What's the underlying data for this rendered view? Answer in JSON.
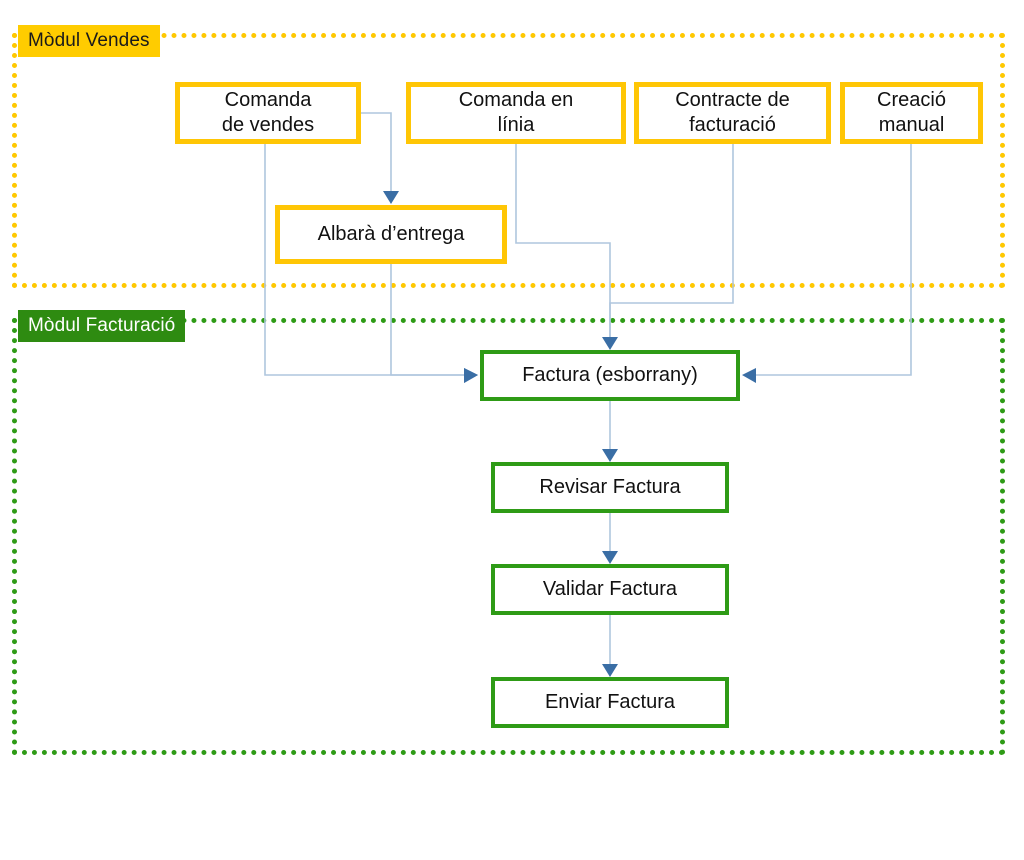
{
  "diagram": {
    "title_visible": false,
    "colors": {
      "sales_accent": "#FFC605",
      "sales_tag_bg": "#FFCC00",
      "invoice_accent": "#2E9B16",
      "invoice_tag_bg": "#2E8B11",
      "connector": "#AFC6DE",
      "arrowhead": "#3A6EA5",
      "node_fill": "#FFFFFF",
      "text": "#111111"
    },
    "modules": [
      {
        "id": "sales",
        "label": "Mòdul Vendes",
        "border_style": "dotted",
        "accent": "#FFC800"
      },
      {
        "id": "invoicing",
        "label": "Mòdul Facturació",
        "border_style": "dotted",
        "accent": "#2E9B16"
      }
    ],
    "nodes": [
      {
        "id": "comanda_vendes",
        "label": "Comanda\nde vendes",
        "module": "sales"
      },
      {
        "id": "comanda_linia",
        "label": "Comanda en\nlínia",
        "module": "sales"
      },
      {
        "id": "contracte",
        "label": "Contracte de\nfacturació",
        "module": "sales"
      },
      {
        "id": "creacio_manual",
        "label": "Creació\nmanual",
        "module": "sales"
      },
      {
        "id": "albara",
        "label": "Albarà d’entrega",
        "module": "sales"
      },
      {
        "id": "factura_esborrany",
        "label": "Factura (esborrany)",
        "module": "invoicing"
      },
      {
        "id": "revisar",
        "label": "Revisar Factura",
        "module": "invoicing"
      },
      {
        "id": "validar",
        "label": "Validar Factura",
        "module": "invoicing"
      },
      {
        "id": "enviar",
        "label": "Enviar Factura",
        "module": "invoicing"
      }
    ],
    "edges": [
      {
        "from": "comanda_vendes",
        "to": "albara",
        "arrow": "down"
      },
      {
        "from": "comanda_vendes",
        "to": "factura_esborrany",
        "arrow": "right"
      },
      {
        "from": "albara",
        "to": "factura_esborrany",
        "arrow": "right"
      },
      {
        "from": "comanda_linia",
        "to": "factura_esborrany",
        "arrow": "down"
      },
      {
        "from": "contracte",
        "to": "factura_esborrany",
        "arrow": "down"
      },
      {
        "from": "creacio_manual",
        "to": "factura_esborrany",
        "arrow": "left"
      },
      {
        "from": "factura_esborrany",
        "to": "revisar",
        "arrow": "down"
      },
      {
        "from": "revisar",
        "to": "validar",
        "arrow": "down"
      },
      {
        "from": "validar",
        "to": "enviar",
        "arrow": "down"
      }
    ]
  }
}
